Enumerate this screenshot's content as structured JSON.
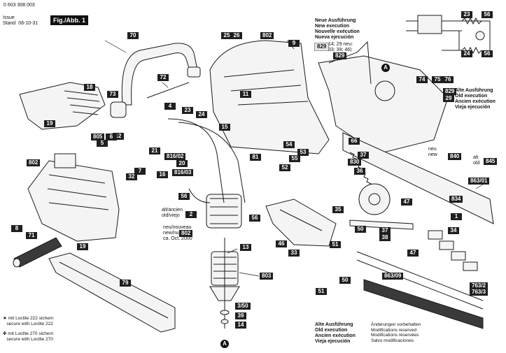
{
  "header": {
    "doc_number": "0 603 308 003",
    "issue_label": "Issue",
    "stand_label": "Stand",
    "issue_date": "06-10-31",
    "figure_label": "Fig./Abb. 1"
  },
  "execution_notes": {
    "new": [
      "Neue Ausführung",
      "New execution",
      "Nouvelle exécution",
      "Nueva ejecución"
    ],
    "old_top": [
      "Alte Ausführung",
      "Old execution",
      "Ancien exécution",
      "Vieja ejecución"
    ],
    "old_bottom": [
      "Alte Ausführung",
      "Old execution",
      "Ancien exécution",
      "Vieja ejecución"
    ],
    "new_829": [
      "14; 29 neu:",
      "33; 39; 46)"
    ],
    "alt_ancien": [
      "alt/ancien",
      "old/viejo"
    ],
    "neu_nouveau": [
      "neu/nouveau",
      "new/nuevo",
      "ca. Oct. 2000"
    ],
    "neu_new": [
      "neu",
      "new"
    ],
    "alt_old": [
      "alt",
      "old"
    ]
  },
  "loctite": [
    {
      "symbol": "★",
      "lines": [
        "mit Loctite 222 sichern",
        "secure with Loctite 222"
      ]
    },
    {
      "symbol": "✤",
      "lines": [
        "mit Loctite 270 sichern",
        "secure with Loctite 270"
      ]
    }
  ],
  "modifications": [
    "Änderungen vorbehalten",
    "Modifications reserved",
    "Modifications réservées",
    "Salvo modificaciones"
  ],
  "markers": {
    "a": "A"
  },
  "parts": {
    "p1": "1",
    "p2": "2",
    "p4": "4",
    "p5": "5",
    "p6": "6",
    "p7": "7",
    "p8": "8",
    "p9": "9",
    "p11": "11",
    "p12": "12",
    "p13": "13",
    "p14": "14",
    "p15": "15",
    "p16": "16",
    "p18": "18",
    "p19a": "19",
    "p19b": "19",
    "p20": "20",
    "p21": "21",
    "p23": "23",
    "p24": "24",
    "p25": "25",
    "p26": "26",
    "p29": "29",
    "p32": "32",
    "p33": "33",
    "p34": "34",
    "p35": "35",
    "p36": "36",
    "p37a": "37",
    "p37b": "37",
    "p38": "38",
    "p39": "39",
    "p46": "46",
    "p47a": "47",
    "p47b": "47",
    "p50a": "50",
    "p50b": "50",
    "p51a": "51",
    "p51b": "51",
    "p52": "52",
    "p53": "53",
    "p54": "54",
    "p55": "55",
    "p56a": "56",
    "p56b": "56",
    "p66": "66",
    "p70": "70",
    "p71": "71",
    "p72": "72",
    "p73": "73",
    "p74": "74",
    "p75": "75",
    "p76": "76",
    "p79": "79",
    "p81": "81",
    "p350": "3/50",
    "p763": "763/2",
    "p7633": "763/3",
    "p802a": "802",
    "p802b": "802",
    "p802c": "802",
    "p803": "803",
    "p805": "805",
    "p816_02a": "816/02",
    "p816_03": "816/03",
    "p829a": "829",
    "p829b": "829",
    "p829c": "829",
    "p830": "830",
    "p834": "834",
    "p840": "840",
    "p845": "845",
    "p863_01": "863/01",
    "p863_09": "863/09",
    "w23": "23",
    "w24": "24",
    "w56a": "56",
    "w56b": "56"
  }
}
